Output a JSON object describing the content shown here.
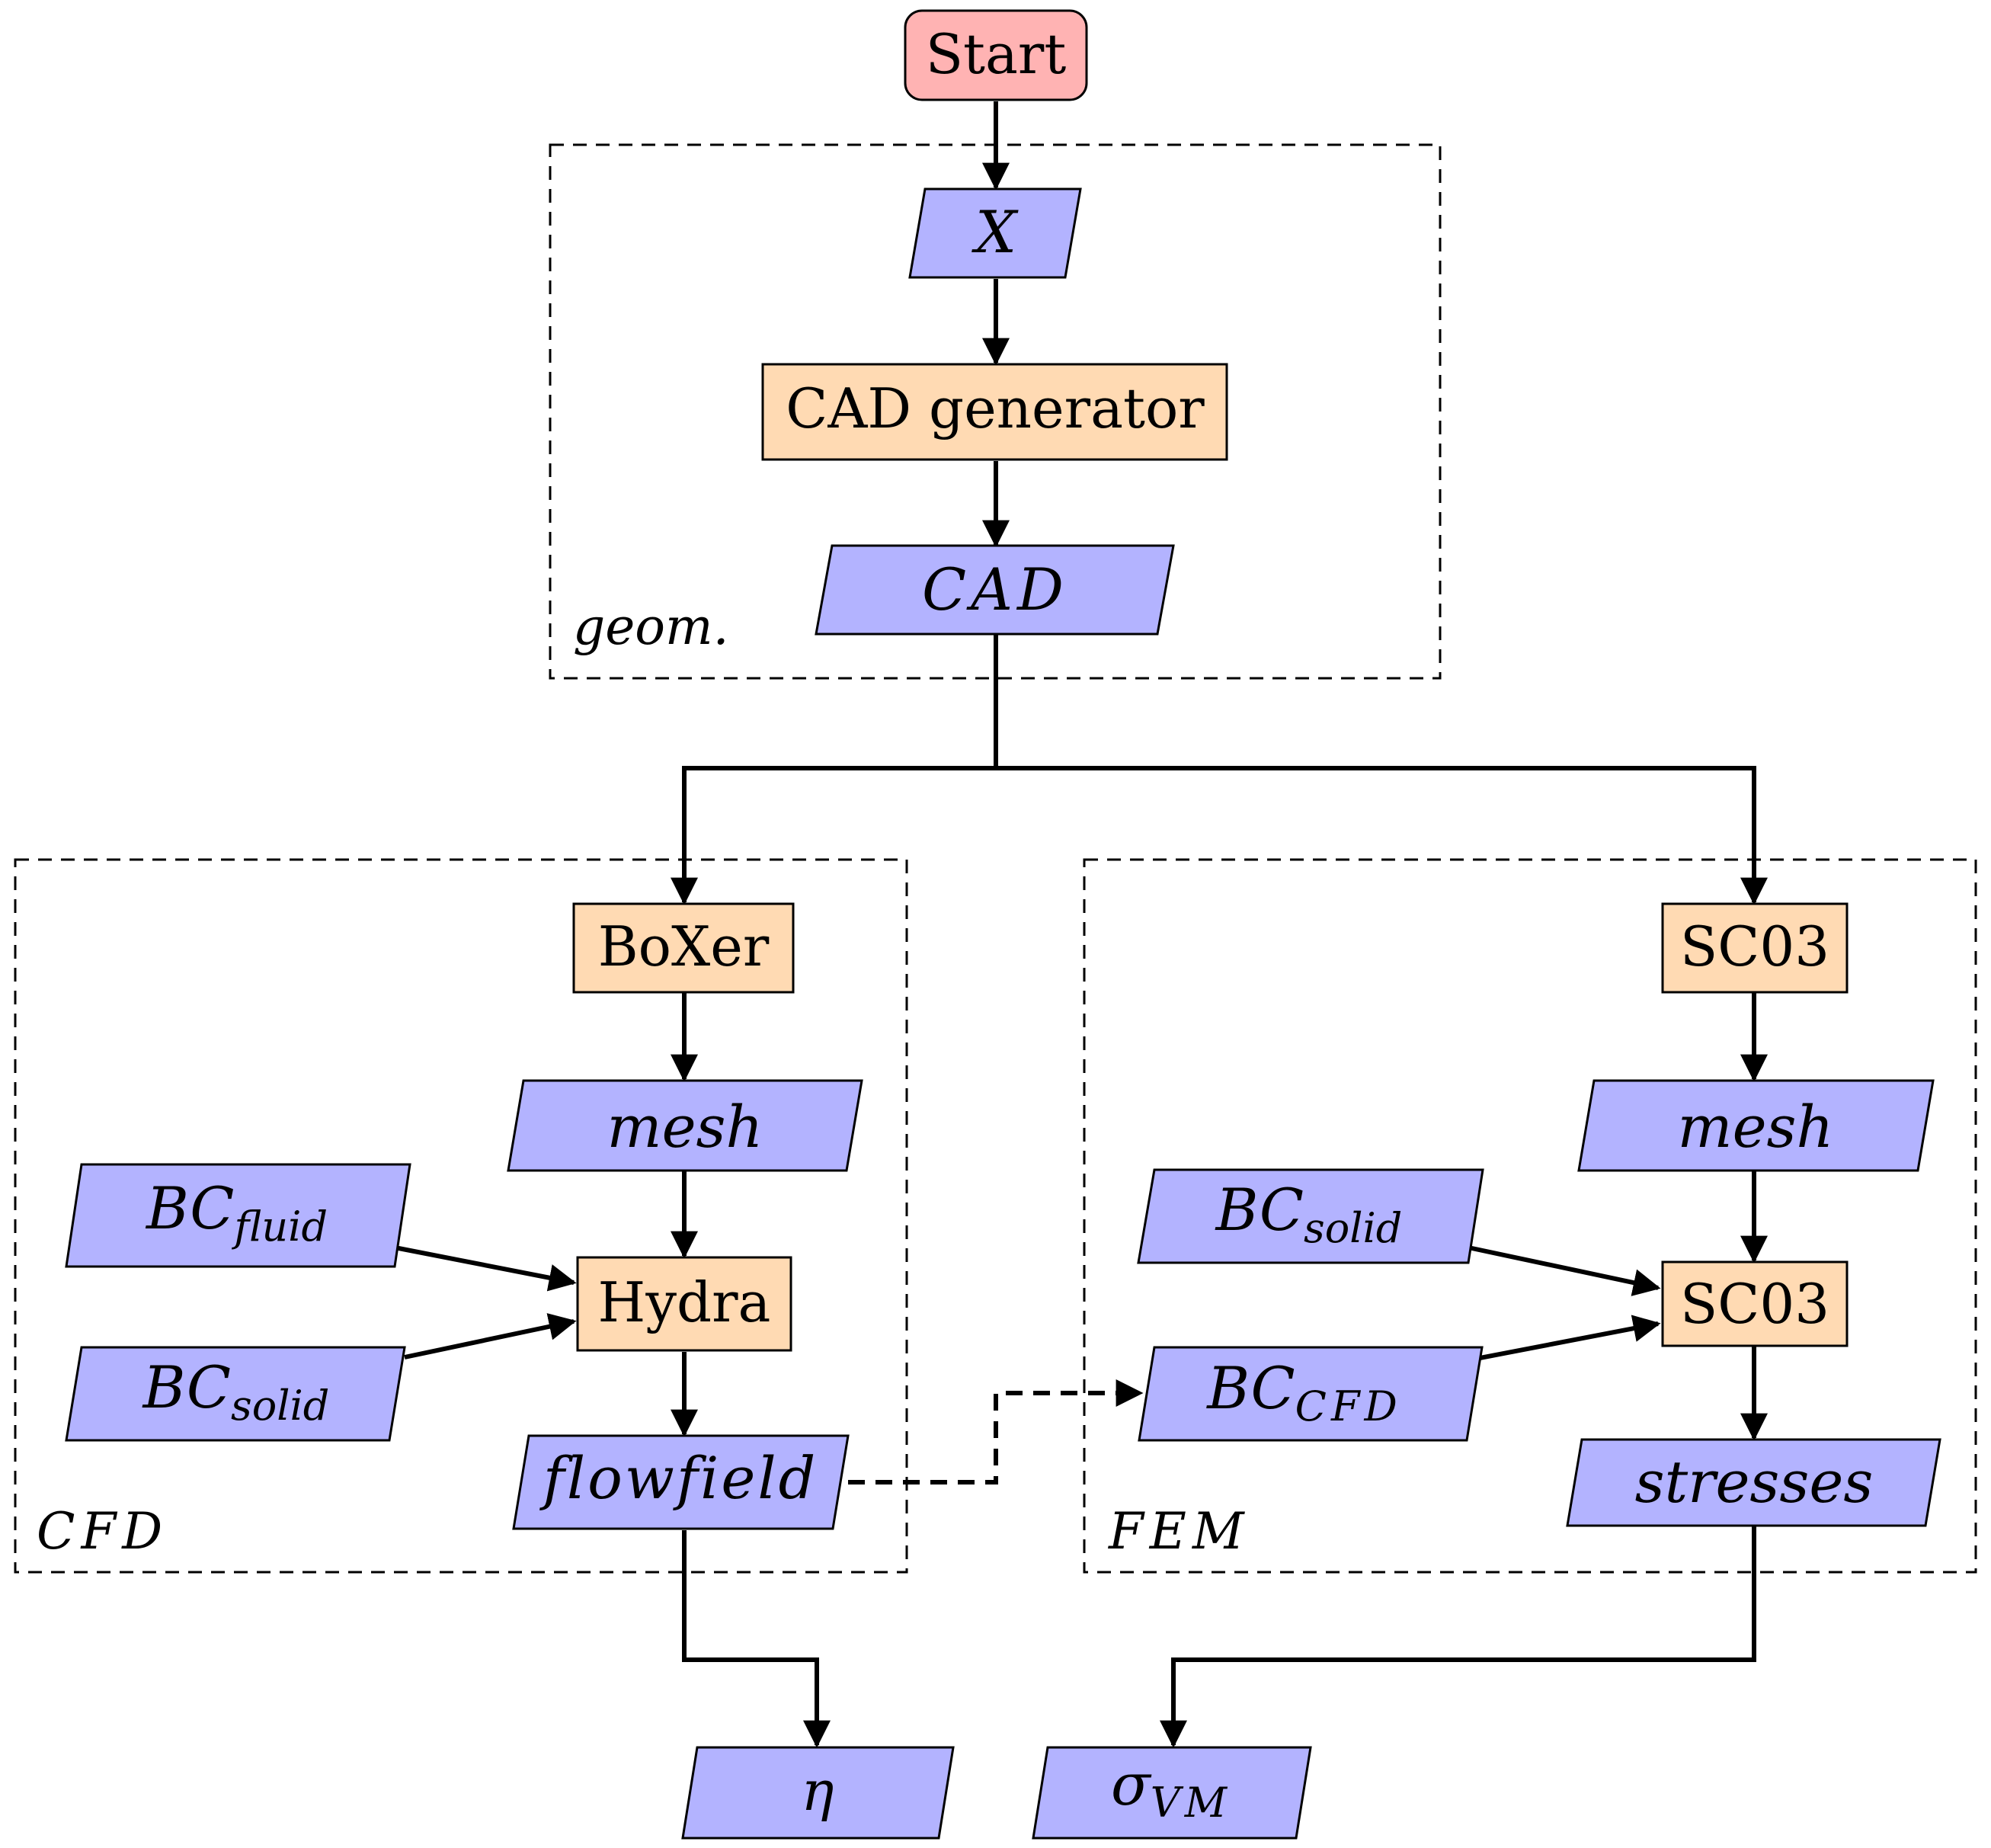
{
  "colors": {
    "start_fill": "#ffb3b3",
    "process_fill": "#ffdab3",
    "data_fill": "#b3b3ff",
    "stroke": "#000000"
  },
  "groups": {
    "geom": "geom.",
    "cfd": "CFD",
    "fem": "FEM"
  },
  "nodes": {
    "start": "Start",
    "x": "X",
    "cad_generator": "CAD generator",
    "cad": "CAD",
    "boxer": "BoXer",
    "mesh_cfd": "mesh",
    "bc_fluid": {
      "base": "BC",
      "sub": "fluid"
    },
    "bc_solid_cfd": {
      "base": "BC",
      "sub": "solid"
    },
    "hydra": "Hydra",
    "flowfield": "flowfield",
    "sc03_top": "SC03",
    "mesh_fem": "mesh",
    "bc_solid_fem": {
      "base": "BC",
      "sub": "solid"
    },
    "bc_cfd": {
      "base": "BC",
      "sub": "CFD"
    },
    "sc03_mid": "SC03",
    "stresses": "stresses",
    "eta": "η",
    "sigma_vm": {
      "base": "σ",
      "sub": "VM"
    }
  }
}
